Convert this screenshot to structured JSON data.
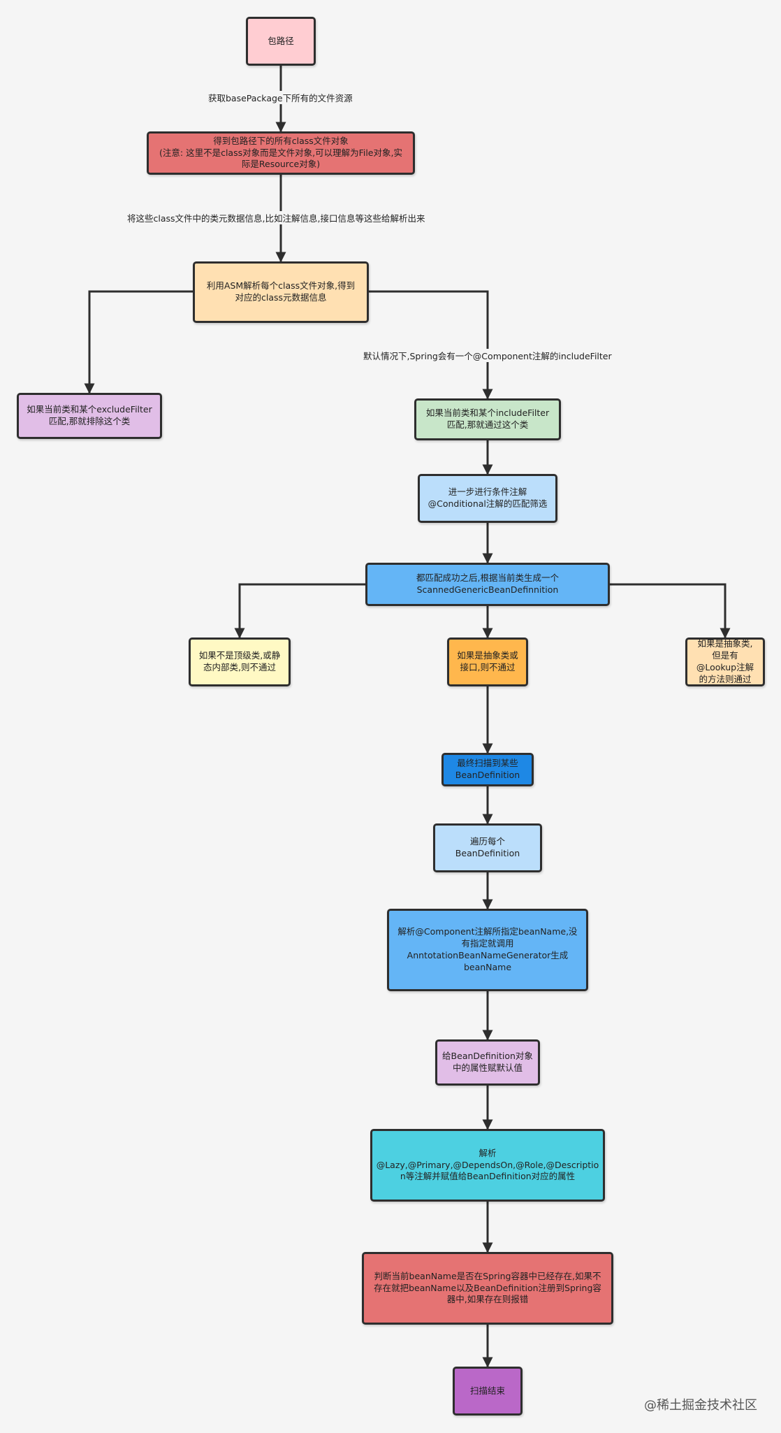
{
  "nodes": [
    {
      "id": "n1",
      "text": "包路径",
      "color": "#ffcdd2"
    },
    {
      "id": "n2",
      "text": "得到包路径下的所有class文件对象\n(注意: 这里不是class对象而是文件对象,可以理解为File对象,实\n际是Resource对象)",
      "color": "#e57373"
    },
    {
      "id": "n3",
      "text": "利用ASM解析每个class文件对象,得到\n对应的class元数据信息",
      "color": "#ffe0b2"
    },
    {
      "id": "n4",
      "text": "如果当前类和某个excludeFilter\n匹配,那就排除这个类",
      "color": "#e1bee7"
    },
    {
      "id": "n5",
      "text": "如果当前类和某个includeFilter\n匹配,那就通过这个类",
      "color": "#c8e6c9"
    },
    {
      "id": "n6",
      "text": "进一步进行条件注解\n@Conditional注解的匹配筛选",
      "color": "#bbdefb"
    },
    {
      "id": "n7",
      "text": "都匹配成功之后,根据当前类生成一个\nScannedGenericBeanDefinnition",
      "color": "#64b5f6"
    },
    {
      "id": "n8",
      "text": "如果不是顶级类,或静\n态内部类,则不通过",
      "color": "#fff9c4"
    },
    {
      "id": "n9",
      "text": "如果是抽象类或\n接口,则不通过",
      "color": "#ffb74d"
    },
    {
      "id": "n10",
      "text": "如果是抽象类,\n但是有\n@Lookup注解\n的方法则通过",
      "color": "#ffe0b2"
    },
    {
      "id": "n11",
      "text": "最终扫描到某些\nBeanDefinition",
      "color": "#1e88e5"
    },
    {
      "id": "n12",
      "text": "遍历每个\nBeanDefinition",
      "color": "#bbdefb"
    },
    {
      "id": "n13",
      "text": "解析@Component注解所指定beanName,没\n有指定就调用\nAnntotationBeanNameGenerator生成\nbeanName",
      "color": "#64b5f6"
    },
    {
      "id": "n14",
      "text": "给BeanDefinition对象\n中的属性赋默认值",
      "color": "#e1bee7"
    },
    {
      "id": "n15",
      "text": "解析\n@Lazy,@Primary,@DependsOn,@Role,@Descriptio\nn等注解并赋值给BeanDefinition对应的属性",
      "color": "#4dd0e1"
    },
    {
      "id": "n16",
      "text": "判断当前beanName是否在Spring容器中已经存在,如果不\n存在就把beanName以及BeanDefinition注册到Spring容\n器中,如果存在则报错",
      "color": "#e57373"
    },
    {
      "id": "n17",
      "text": "扫描结束",
      "color": "#ba68c8"
    }
  ],
  "edges": [
    {
      "from": "n1",
      "to": "n2",
      "label": "获取basePackage下所有的文件资源"
    },
    {
      "from": "n2",
      "to": "n3",
      "label": "将这些class文件中的类元数据信息,比如注解信息,接口信息等这些给解析出来"
    },
    {
      "from": "n3",
      "to": "n4",
      "label": ""
    },
    {
      "from": "n3",
      "to": "n5",
      "label": "默认情况下,Spring会有一个@Component注解的includeFilter"
    },
    {
      "from": "n5",
      "to": "n6",
      "label": ""
    },
    {
      "from": "n6",
      "to": "n7",
      "label": ""
    },
    {
      "from": "n7",
      "to": "n8",
      "label": ""
    },
    {
      "from": "n7",
      "to": "n9",
      "label": ""
    },
    {
      "from": "n7",
      "to": "n10",
      "label": ""
    },
    {
      "from": "n9",
      "to": "n11",
      "label": ""
    },
    {
      "from": "n11",
      "to": "n12",
      "label": ""
    },
    {
      "from": "n12",
      "to": "n13",
      "label": ""
    },
    {
      "from": "n13",
      "to": "n14",
      "label": ""
    },
    {
      "from": "n14",
      "to": "n15",
      "label": ""
    },
    {
      "from": "n15",
      "to": "n16",
      "label": ""
    },
    {
      "from": "n16",
      "to": "n17",
      "label": ""
    }
  ],
  "watermark": "@稀土掘金技术社区"
}
